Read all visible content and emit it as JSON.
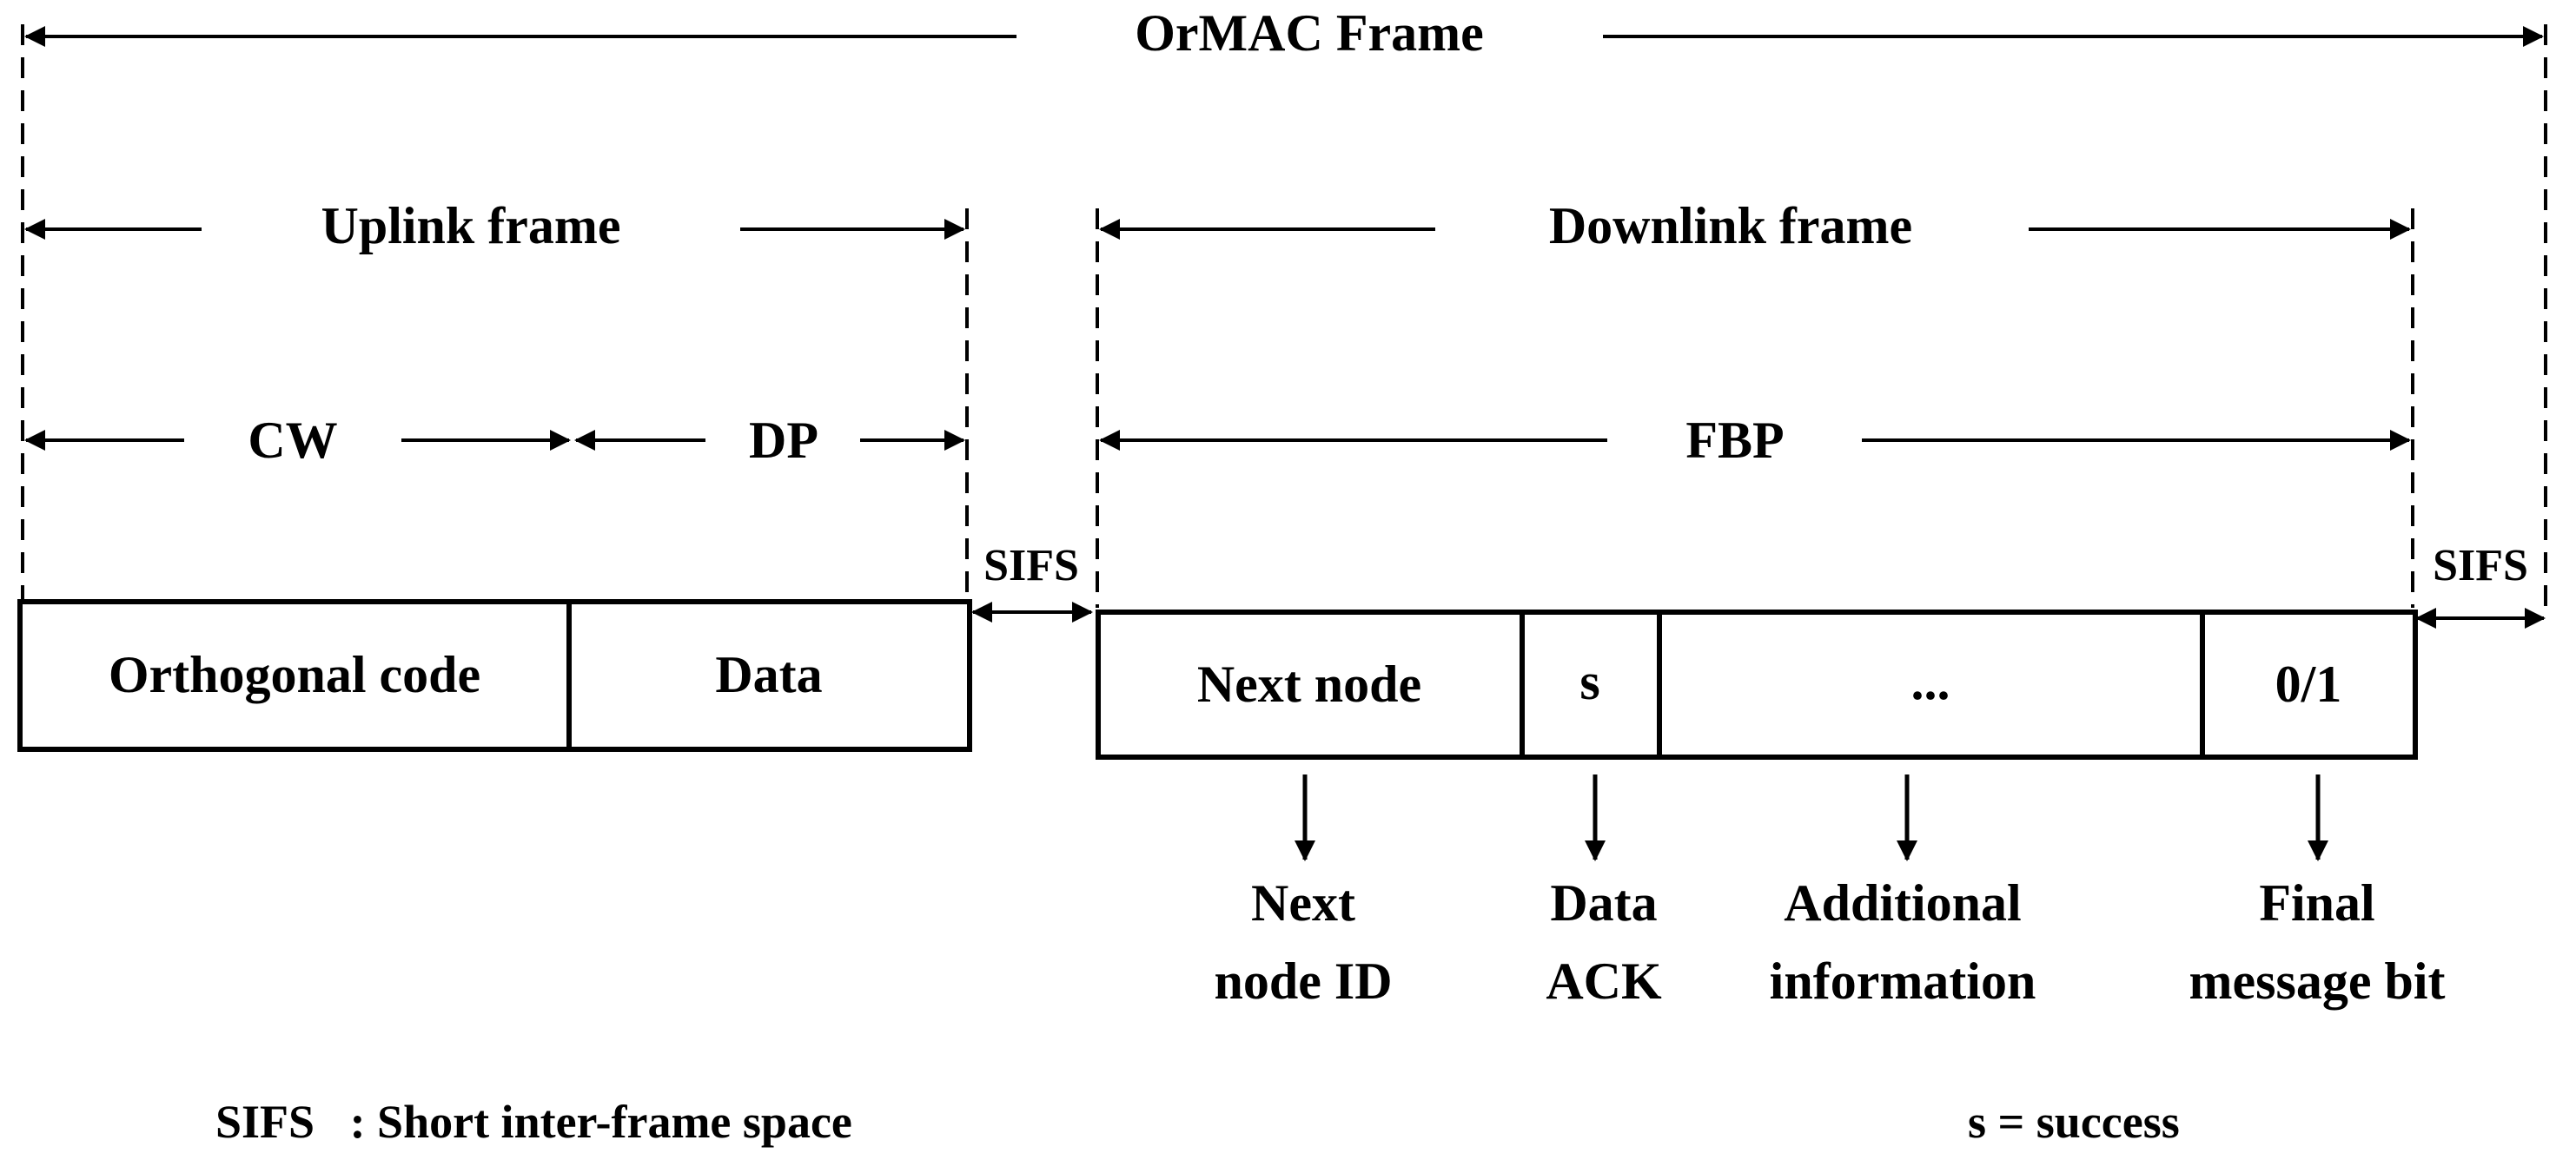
{
  "title": "OrMAC Frame",
  "uplink": {
    "label": "Uplink frame",
    "cw": "CW",
    "dp": "DP",
    "fields": [
      "Orthogonal code",
      "Data"
    ]
  },
  "downlink": {
    "label": "Downlink frame",
    "fbp": "FBP",
    "fields": [
      "Next node",
      "s",
      "...",
      "0/1"
    ],
    "descriptions": [
      [
        "Next",
        "node ID"
      ],
      [
        "Data",
        "ACK"
      ],
      [
        "Additional",
        "information"
      ],
      [
        "Final",
        "message bit"
      ]
    ]
  },
  "sifs_left": "SIFS",
  "sifs_right": "SIFS",
  "legend": {
    "sifs": "SIFS   : Short inter-frame space",
    "success": "s = success"
  },
  "colors": {
    "line": "#000000",
    "background": "#ffffff"
  }
}
